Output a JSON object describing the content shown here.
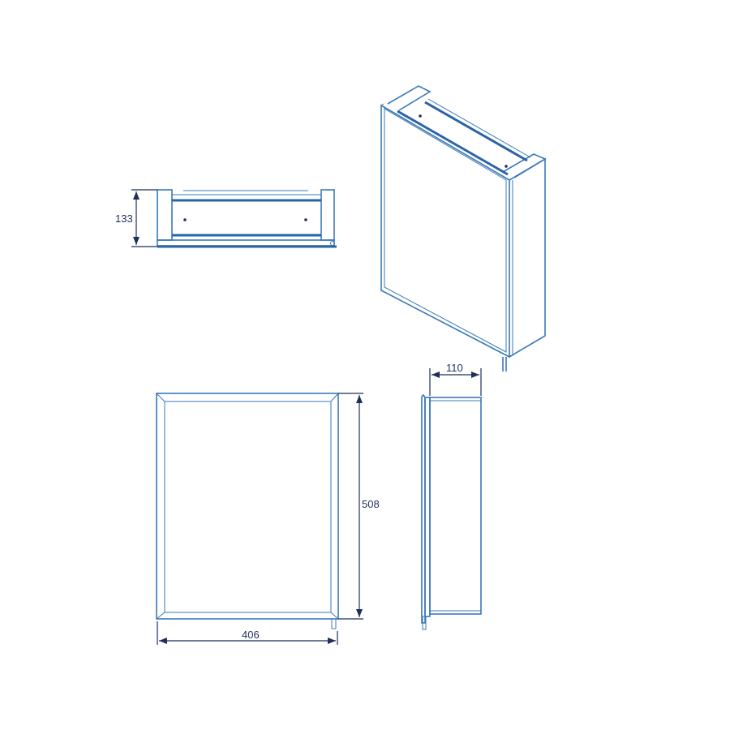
{
  "dimensions": {
    "height_top_view": "133",
    "depth_side_view": "110",
    "height_front_view": "508",
    "width_front_view": "406"
  },
  "colors": {
    "line": "#3a78b8",
    "dimension": "#1e2f5c"
  }
}
